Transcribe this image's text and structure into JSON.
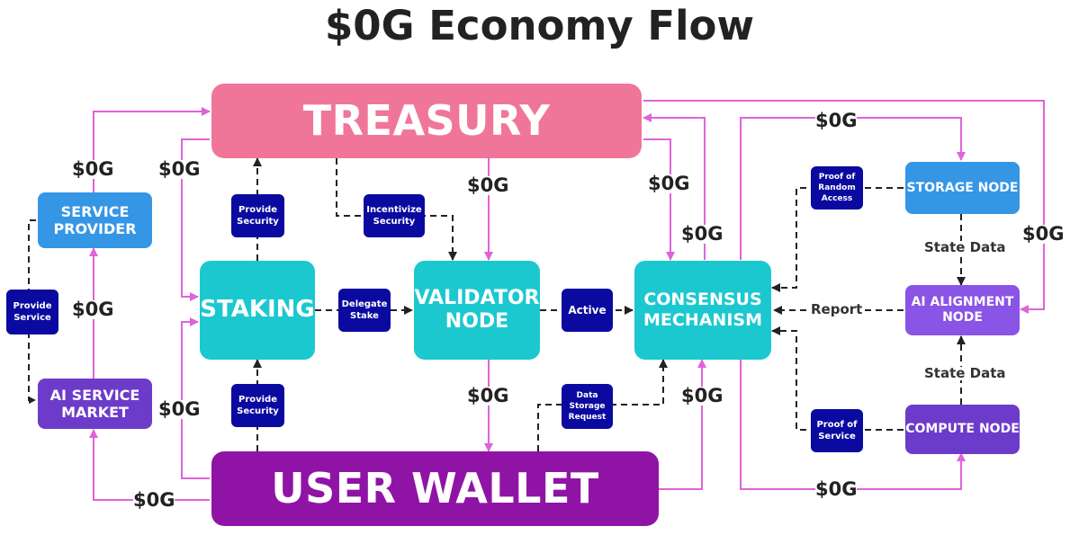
{
  "title": "$0G Economy Flow",
  "colors": {
    "flow_line": "#e063d9",
    "dash_line": "#222222",
    "treasury": "#f07699",
    "user_wallet": "#8f14a6",
    "teal_nodes": "#1cc8cf",
    "blue_nodes": "#3596e6",
    "purple_nodes": "#6d3bc9",
    "tag_background": "#0b0aa0"
  },
  "nodes": {
    "treasury": "TREASURY",
    "user_wallet": "USER WALLET",
    "staking": "STAKING",
    "validator_node": "VALIDATOR NODE",
    "consensus_mechanism": "CONSENSUS MECHANISM",
    "service_provider": "SERVICE PROVIDER",
    "ai_service_market": "AI SERVICE MARKET",
    "storage_node": "STORAGE NODE",
    "ai_alignment_node": "AI ALIGNMENT NODE",
    "compute_node": "COMPUTE NODE"
  },
  "tags": {
    "provide_security_top": "Provide Security",
    "provide_security_bottom": "Provide Security",
    "incentivize_security": "Incentivize Security",
    "delegate_stake": "Delegate Stake",
    "active": "Active",
    "data_storage_request": "Data Storage Request",
    "provide_service": "Provide Service",
    "proof_of_random_access": "Proof of Random Access",
    "proof_of_service": "Proof of Service"
  },
  "flow_labels": {
    "token": "$0G",
    "state_data": "State Data",
    "report": "Report"
  }
}
